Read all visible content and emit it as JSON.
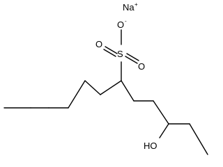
{
  "molecule": {
    "labels": {
      "sodium": "Na",
      "sodium_charge": "+",
      "sulfur": "S",
      "oxygen_anionic": "O",
      "oxygen_anionic_charge": "-",
      "oxygen_left": "O",
      "oxygen_right": "O",
      "hydroxyl": "HO"
    }
  }
}
